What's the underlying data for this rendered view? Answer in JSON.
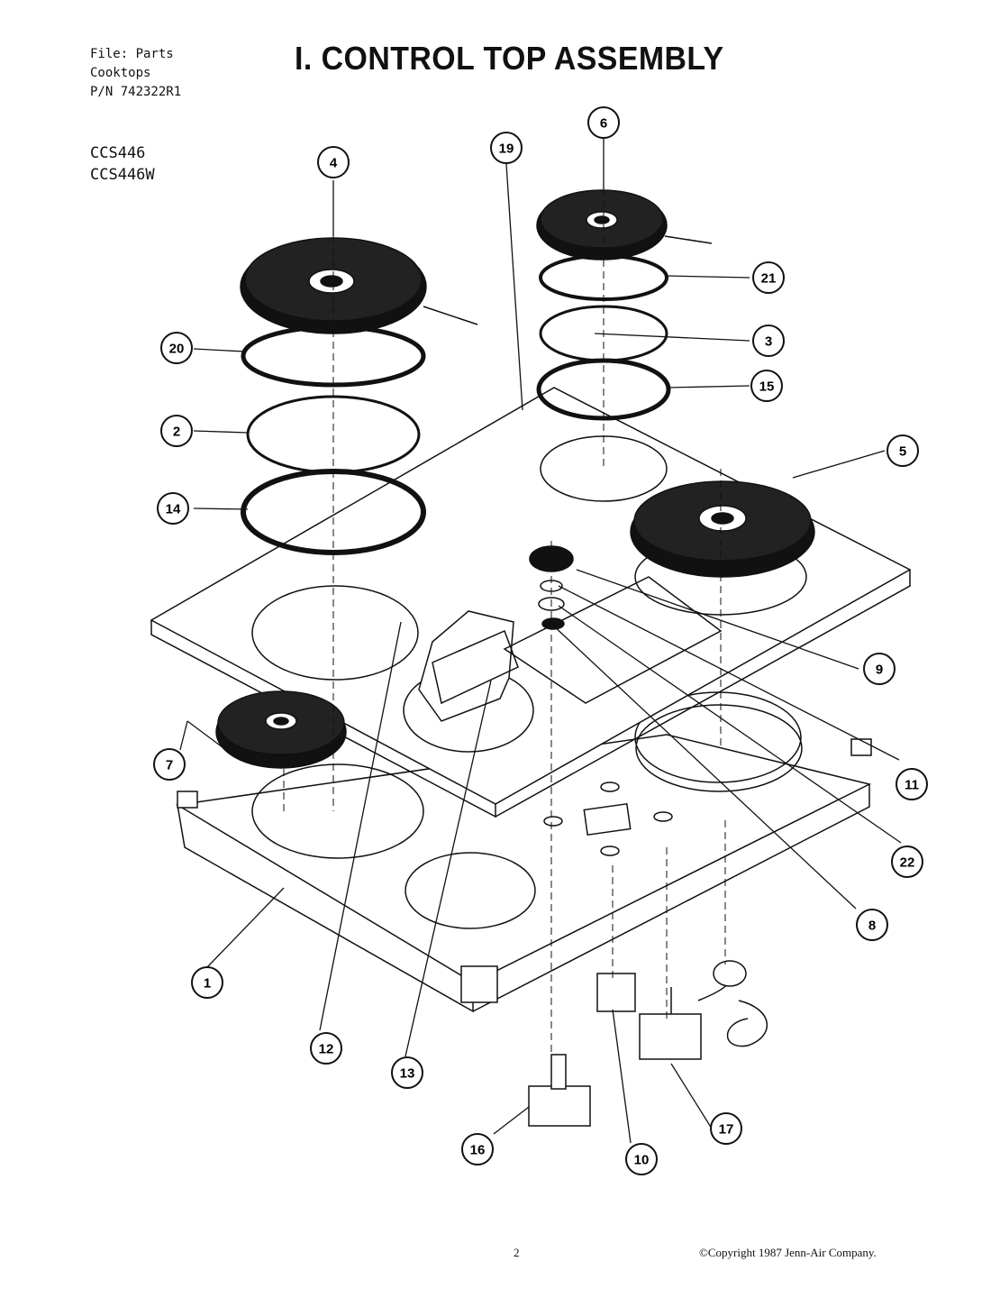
{
  "header": {
    "file_line": "File: Parts",
    "category_line": "Cooktops",
    "part_number_line": "P/N 742322R1",
    "title": "I. CONTROL TOP ASSEMBLY"
  },
  "models": [
    "CCS446",
    "CCS446W"
  ],
  "callouts": [
    {
      "label": "1"
    },
    {
      "label": "2"
    },
    {
      "label": "3"
    },
    {
      "label": "4"
    },
    {
      "label": "5"
    },
    {
      "label": "6"
    },
    {
      "label": "7"
    },
    {
      "label": "8"
    },
    {
      "label": "9"
    },
    {
      "label": "10"
    },
    {
      "label": "11"
    },
    {
      "label": "12"
    },
    {
      "label": "13"
    },
    {
      "label": "14"
    },
    {
      "label": "15"
    },
    {
      "label": "16"
    },
    {
      "label": "17"
    },
    {
      "label": "19"
    },
    {
      "label": "20"
    },
    {
      "label": "21"
    },
    {
      "label": "22"
    }
  ],
  "footer": {
    "page_number": "2",
    "copyright": "©Copyright 1987 Jenn-Air Company."
  },
  "colors": {
    "ink": "#111111",
    "paper": "#ffffff"
  }
}
